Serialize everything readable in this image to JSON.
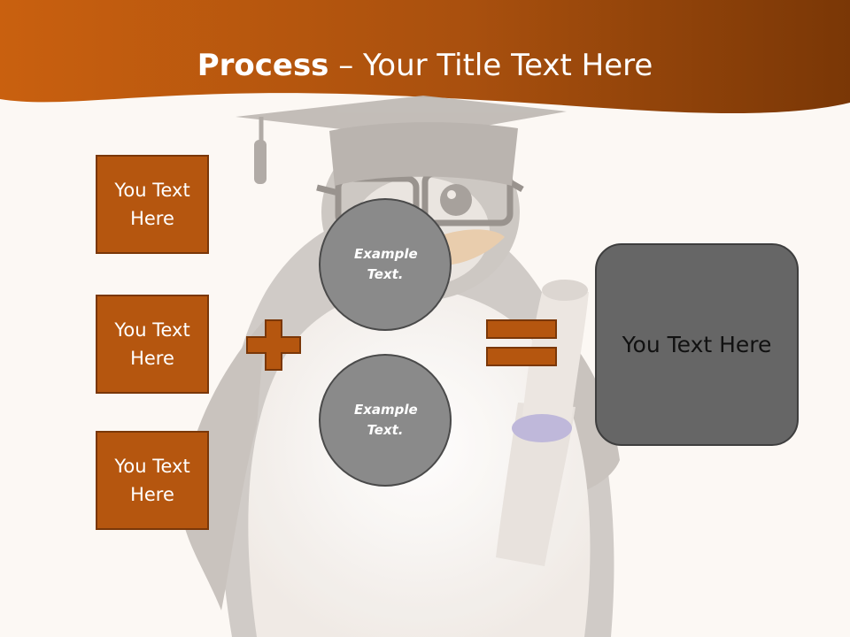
{
  "title": {
    "bold": "Process",
    "rest": " – Your Title Text Here"
  },
  "left_boxes": [
    {
      "label": "You Text Here"
    },
    {
      "label": "You Text Here"
    },
    {
      "label": "You Text Here"
    }
  ],
  "circles": [
    {
      "label": "Example Text."
    },
    {
      "label": "Example Text."
    }
  ],
  "operators": {
    "plus_icon": "plus-icon",
    "equals_icon": "equals-icon"
  },
  "result": {
    "label": "You Text Here"
  },
  "colors": {
    "header": "#b5560f",
    "accent": "#b5560f",
    "circle": "#8a8a8a",
    "result": "#666666",
    "background": "#fcf8f4"
  }
}
